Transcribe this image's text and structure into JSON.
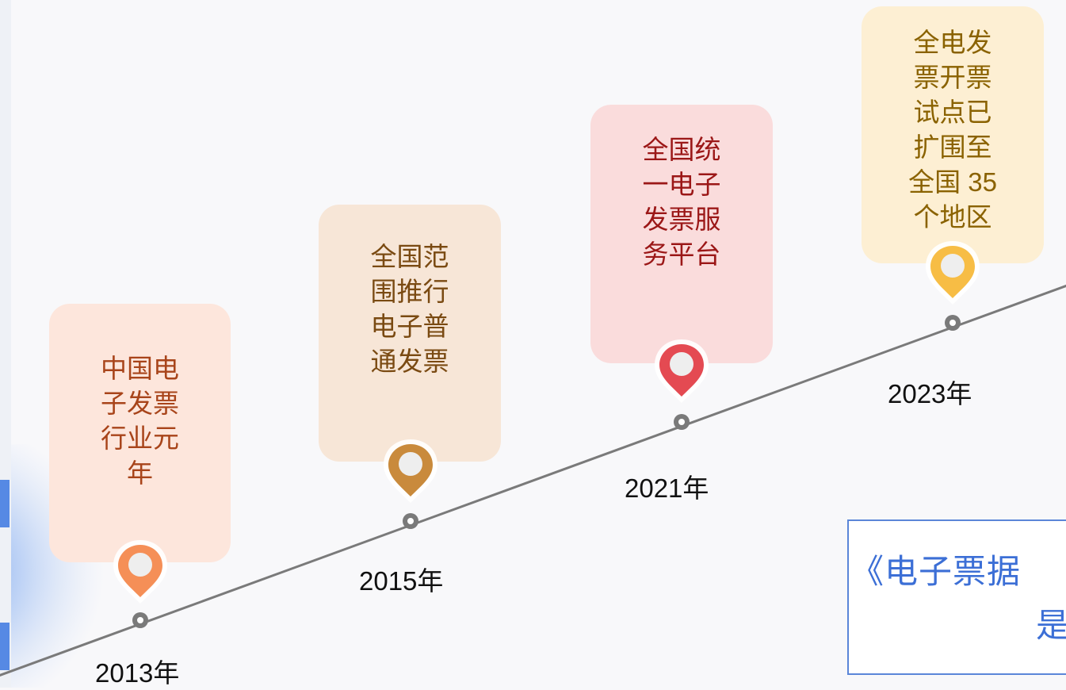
{
  "milestones": [
    {
      "year": "2013年",
      "lines": [
        "中国电",
        "子发票",
        "行业元",
        "年"
      ],
      "card_bg": "#fde6dc",
      "text_color": "#a8441a",
      "pin_color": "#f58f57"
    },
    {
      "year": "2015年",
      "lines": [
        "全国范",
        "围推行",
        "电子普",
        "通发票"
      ],
      "card_bg": "#f7e6d7",
      "text_color": "#7a4a12",
      "pin_color": "#c98a3c"
    },
    {
      "year": "2021年",
      "lines": [
        "全国统",
        "一电子",
        "发票服",
        "务平台"
      ],
      "card_bg": "#fadcdc",
      "text_color": "#9b1717",
      "pin_color": "#e44a52"
    },
    {
      "year": "2023年",
      "lines": [
        "全电发",
        "票开票",
        "试点已",
        "扩围至",
        "全国 35",
        "个地区"
      ],
      "card_bg": "#fdefd3",
      "text_color": "#8a6200",
      "pin_color": "#f7bd45"
    }
  ],
  "note_box": {
    "line1": "《电子票据",
    "line2": "是"
  },
  "colors": {
    "timeline": "#7a7a7a",
    "accent_blue": "#3c6fd6"
  }
}
